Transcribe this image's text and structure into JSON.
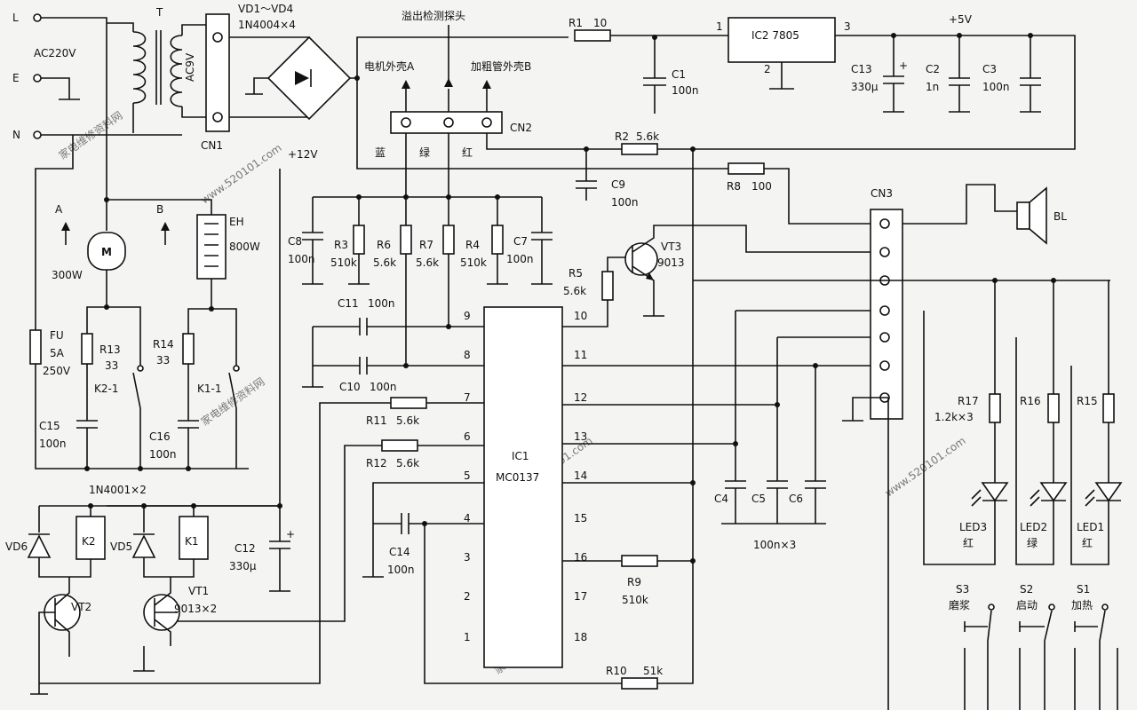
{
  "title": "溢出检测探头",
  "watermarks": [
    "家电维修资料网",
    "www.520101.com",
    "家电维修资料网",
    "www.520101.com",
    "家电维修资料网",
    "www.520101.com"
  ],
  "mains": {
    "L": "L",
    "E": "E",
    "N": "N",
    "voltage": "AC220V"
  },
  "transformer": {
    "name": "T",
    "secondary": "AC9V"
  },
  "bridge": {
    "name": "VD1～VD4",
    "part": "1N4004×4"
  },
  "regulator": {
    "name": "IC2 7805",
    "pin1": "1",
    "pin2": "2",
    "pin3": "3"
  },
  "rails": {
    "v5": "+5V",
    "v12": "+12V"
  },
  "probe": {
    "motorShell": "电机外壳A",
    "tubeShell": "加粗管外壳B",
    "blue": "蓝",
    "green": "绿",
    "red": "红"
  },
  "connectors": {
    "cn1": "CN1",
    "cn2": "CN2",
    "cn3": "CN3"
  },
  "motor": {
    "symbol": "M",
    "power": "300W",
    "tag": "A"
  },
  "heater": {
    "name": "EH",
    "power": "800W",
    "tag": "B"
  },
  "fuse": {
    "name": "FU",
    "rating1": "5A",
    "rating2": "250V"
  },
  "contacts": {
    "k2": "K2-1",
    "k1": "K1-1"
  },
  "relays": {
    "k2": "K2",
    "k1": "K1"
  },
  "diodes": {
    "vd6": "VD6",
    "vd5": "VD5",
    "part": "1N4001×2"
  },
  "transistors": {
    "vt1": "VT1",
    "vt2": "VT2",
    "vt3": "VT3",
    "vt3part": "9013",
    "vt1part": "9013×2"
  },
  "speaker": "BL",
  "resistors": {
    "r1": [
      "R1",
      "10"
    ],
    "r2": [
      "R2",
      "5.6k"
    ],
    "r3": [
      "R3",
      "510k"
    ],
    "r4": [
      "R4",
      "510k"
    ],
    "r5": [
      "R5",
      "5.6k"
    ],
    "r6": [
      "R6",
      "5.6k"
    ],
    "r7": [
      "R7",
      "5.6k"
    ],
    "r8": [
      "R8",
      "100"
    ],
    "r9": [
      "R9",
      "510k"
    ],
    "r10": [
      "R10",
      "51k"
    ],
    "r11": [
      "R11",
      "5.6k"
    ],
    "r12": [
      "R12",
      "5.6k"
    ],
    "r13": [
      "R13",
      "33"
    ],
    "r14": [
      "R14",
      "33"
    ],
    "r15": "R15",
    "r16": "R16",
    "r17": [
      "R17",
      "1.2k×3"
    ]
  },
  "capacitors": {
    "c1": [
      "C1",
      "100n"
    ],
    "c2": [
      "C2",
      "1n"
    ],
    "c3": [
      "C3",
      "100n"
    ],
    "c7": [
      "C7",
      "100n"
    ],
    "c8": [
      "C8",
      "100n"
    ],
    "c9": [
      "C9",
      "100n"
    ],
    "c10": [
      "C10",
      "100n"
    ],
    "c11": [
      "C11",
      "100n"
    ],
    "c12": [
      "C12",
      "330μ"
    ],
    "c13": [
      "C13",
      "330μ"
    ],
    "c14": [
      "C14",
      "100n"
    ],
    "c15": [
      "C15",
      "100n"
    ],
    "c16": [
      "C16",
      "100n"
    ],
    "c4": "C4",
    "c5": "C5",
    "c6": "C6",
    "c456": "100n×3"
  },
  "ic1": {
    "name": "IC1",
    "part": "MC0137",
    "left_pins": [
      "9",
      "8",
      "7",
      "6",
      "5",
      "4",
      "3",
      "2",
      "1"
    ],
    "right_pins": [
      "10",
      "11",
      "12",
      "13",
      "14",
      "15",
      "16",
      "17",
      "18"
    ]
  },
  "leds": {
    "led1": [
      "LED1",
      "红"
    ],
    "led2": [
      "LED2",
      "绿"
    ],
    "led3": [
      "LED3",
      "红"
    ]
  },
  "switches": {
    "s1": [
      "S1",
      "加热"
    ],
    "s2": [
      "S2",
      "启动"
    ],
    "s3": [
      "S3",
      "磨浆"
    ]
  }
}
